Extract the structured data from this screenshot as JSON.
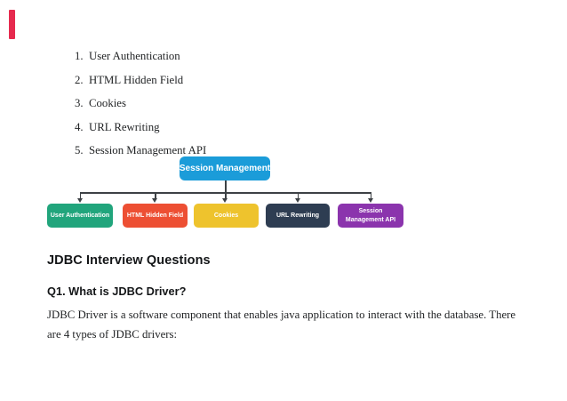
{
  "marker": {
    "color": "#e62a4e"
  },
  "topic_list": {
    "items": [
      {
        "num": "1.",
        "label": "User Authentication"
      },
      {
        "num": "2.",
        "label": "HTML Hidden Field"
      },
      {
        "num": "3.",
        "label": "Cookies"
      },
      {
        "num": "4.",
        "label": "URL Rewriting"
      },
      {
        "num": "5.",
        "label": "Session Management API"
      }
    ]
  },
  "diagram": {
    "root": {
      "label": "Session Management",
      "color": "#1b9cd9"
    },
    "connector_color": "#3d4145",
    "children": [
      {
        "label": "User Authentication",
        "color": "#21a57c"
      },
      {
        "label": "HTML Hidden Field",
        "color": "#ed4f33"
      },
      {
        "label": "Cookies",
        "color": "#eec32d"
      },
      {
        "label": "URL Rewriting",
        "color": "#2e3d52"
      },
      {
        "label": "Session Management API",
        "color": "#8b34ad"
      }
    ]
  },
  "section": {
    "heading": "JDBC Interview Questions",
    "question": "Q1. What is JDBC Driver?",
    "answer_lines": [
      "JDBC Driver is a software component that enables java application to interact with the database. There",
      "are 4 types of JDBC drivers:"
    ]
  }
}
